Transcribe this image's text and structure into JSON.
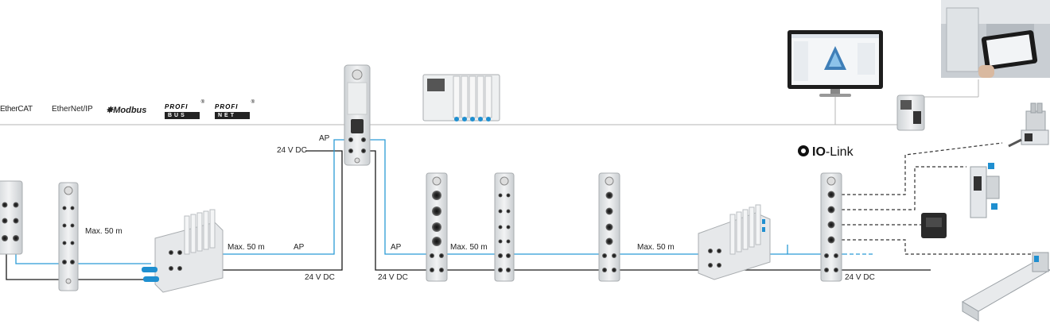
{
  "protocols": {
    "ethercat": "EtherCAT",
    "ethernetip": "EtherNet/IP",
    "modbus": "Modbus",
    "profibus_top": "PROFI",
    "profibus_bottom": "BUS",
    "profinet_top": "PROFI",
    "profinet_bottom": "NET",
    "registered": "®"
  },
  "labels": {
    "ap_main": "AP",
    "power_main": "24 V DC",
    "max_left": "Max. 50 m",
    "max_mid_left": "Max. 50 m",
    "ap_mid_left": "AP",
    "power_mid_left": "24 V DC",
    "ap_mid": "AP",
    "max_mid": "Max. 50 m",
    "power_mid": "24 V DC",
    "max_right": "Max. 50 m",
    "power_right": "24 V DC"
  },
  "iolink": {
    "prefix": "IO",
    "suffix": "-Link"
  },
  "colors": {
    "ap_line": "#2b9bd6",
    "power_line": "#1a1a1a",
    "fieldbus_line": "#b5b5b5",
    "iolink_line": "#333333",
    "device": "#e4e6e8"
  }
}
